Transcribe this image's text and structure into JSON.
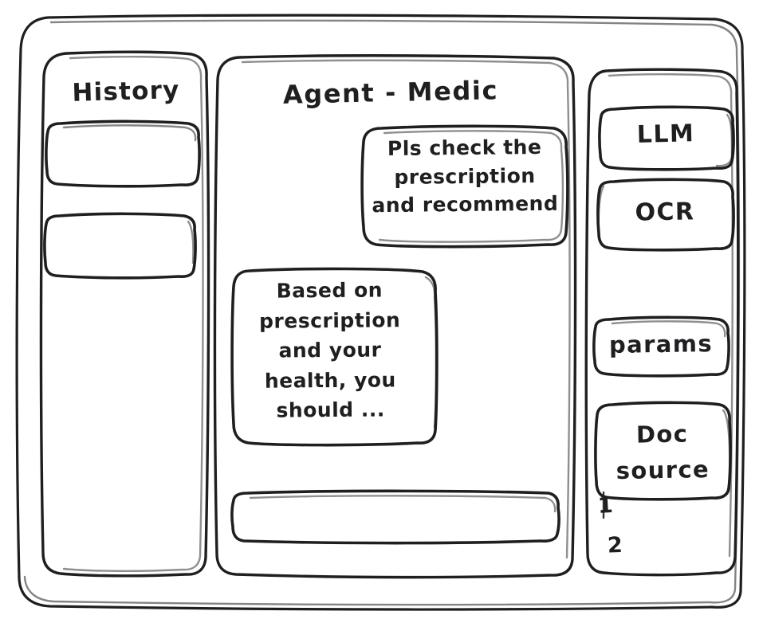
{
  "meta": {
    "style": "hand-drawn wireframe sketch",
    "ink_color": "#1f1f22",
    "background_color": "#ffffff"
  },
  "sidebar_left": {
    "title": "History",
    "items": [
      {
        "label": "",
        "name": "history-card-1"
      },
      {
        "label": "",
        "name": "history-card-2"
      }
    ]
  },
  "main": {
    "title": "Agent - Medic",
    "messages": [
      {
        "role": "user",
        "align": "right",
        "text": "Pls check the\nprescription\nand recommend"
      },
      {
        "role": "assistant",
        "align": "left",
        "text": "Based on\nprescription\nand your\nhealth, you\nshould ..."
      }
    ],
    "composer": {
      "value": "",
      "placeholder": ""
    }
  },
  "sidebar_right": {
    "tools": [
      {
        "label": "LLM",
        "name": "tool-llm"
      },
      {
        "label": "OCR",
        "name": "tool-ocr"
      },
      {
        "label": "params",
        "name": "tool-params"
      },
      {
        "label": "Doc\nsource",
        "name": "tool-doc-source"
      }
    ],
    "doc_sources": [
      {
        "label": "1"
      },
      {
        "label": "2"
      }
    ]
  }
}
